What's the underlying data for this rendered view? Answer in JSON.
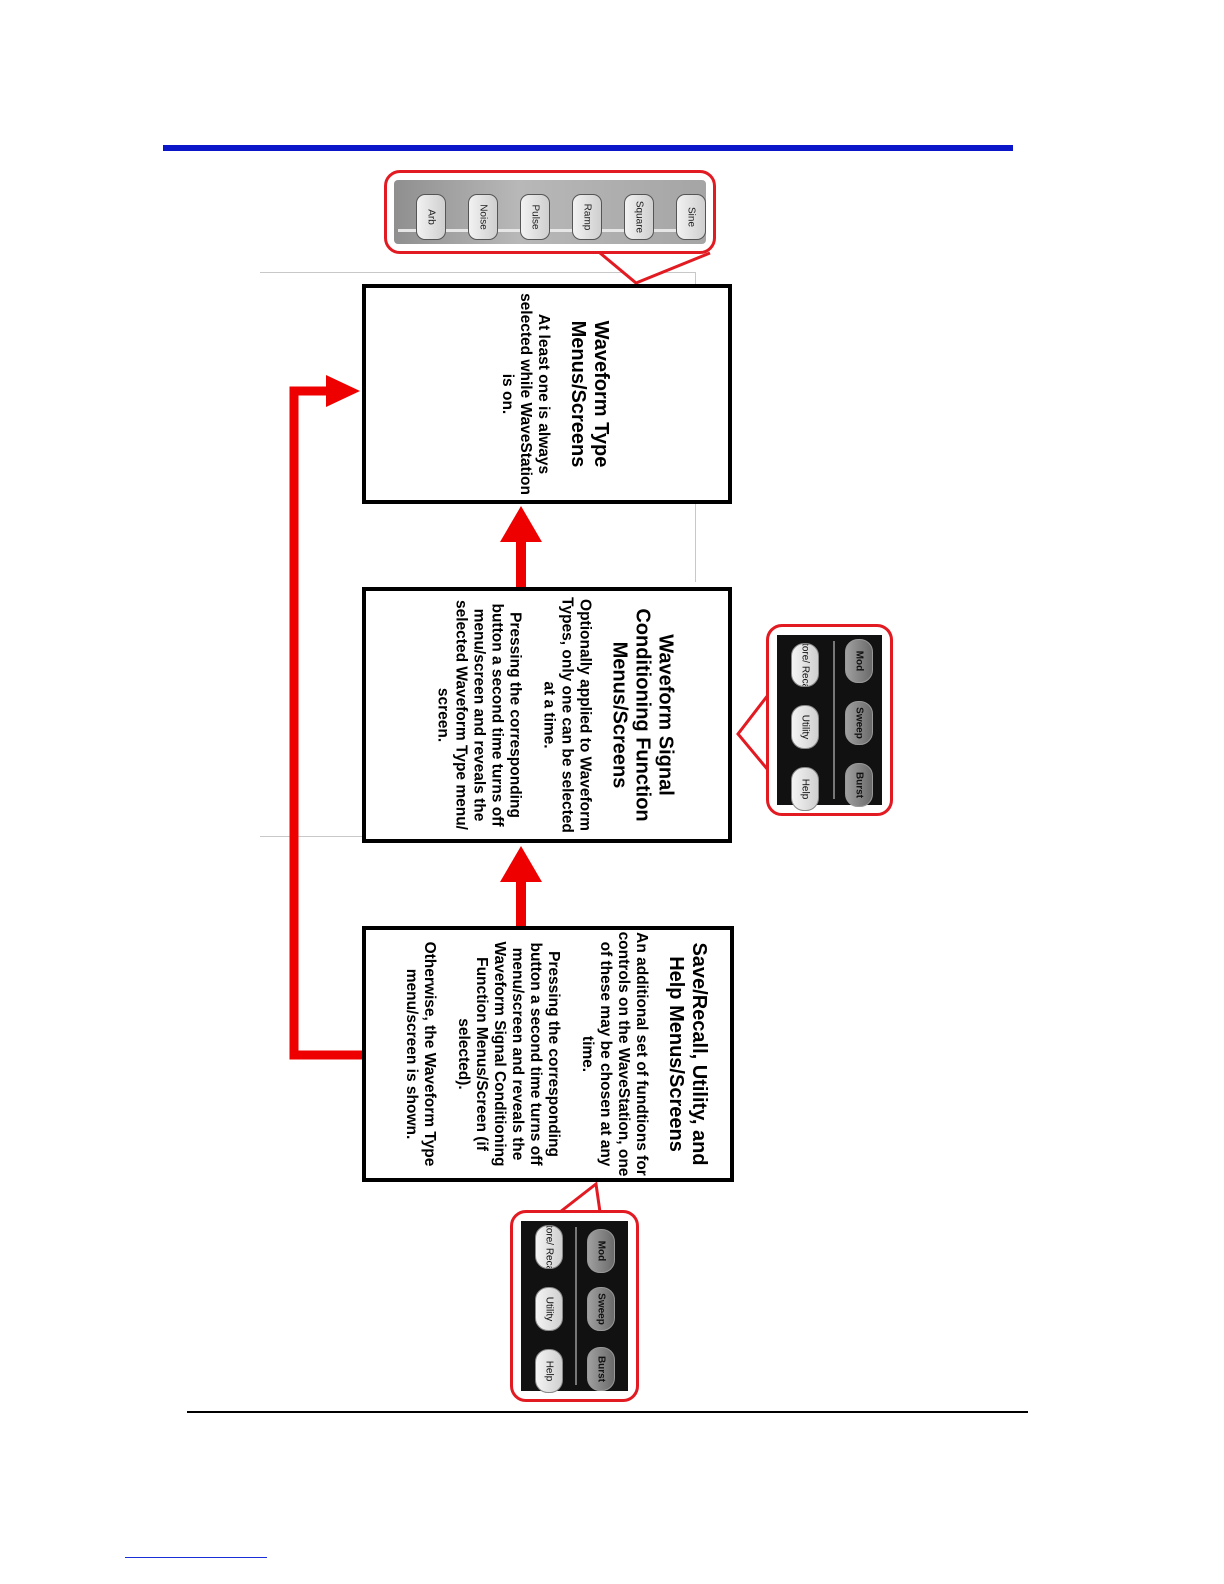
{
  "diagram": {
    "boxes": {
      "waveform_type": {
        "title": "Waveform Type Menus/Screens",
        "text": "At least one is always selected while WaveStation is on."
      },
      "signal_conditioning": {
        "title": "Waveform Signal Conditioning Function Menus/Screens",
        "text1": "Optionally applied to Waveform Types, only one can be selected at a time.",
        "text2": "Pressing the corresponding button a second time turns off menu/screen and reveals the selected Waveform Type menu/ screen."
      },
      "save_recall": {
        "title": "Save/Recall, Utility, and Help Menus/Screens",
        "text1": "An additional set of fundtions for controls on the WaveStation, one of these may be chosen at any time.",
        "text2": "Pressing the corresponding button a second time turns off menu/screen and reveals the Waveform Signal Conditioning Function Menus/Screen (if selected).",
        "text3": "Otherwise, the Waveform Type menu/screen is shown."
      }
    },
    "waveform_buttons": [
      "Arb",
      "Noise",
      "Pulse",
      "Ramp",
      "Square",
      "Sine"
    ],
    "function_buttons_top": [
      "Mod",
      "Sweep",
      "Burst"
    ],
    "function_buttons_bottom": [
      "Store/ Recall",
      "Utility",
      "Help"
    ],
    "colors": {
      "accent_bar": "#0a16c8",
      "arrow": "#ee0000",
      "callout": "#e21a22"
    }
  }
}
